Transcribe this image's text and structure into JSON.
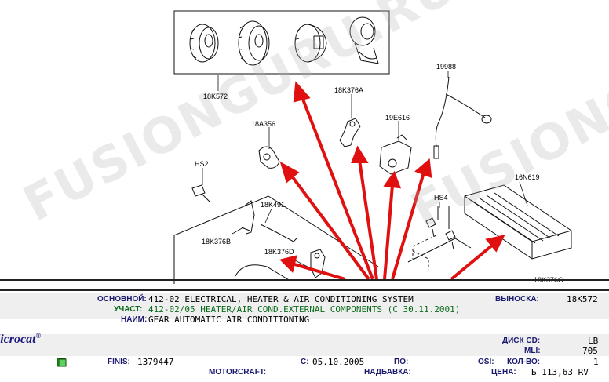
{
  "watermark": "FUSIONGURU.RU",
  "diagram": {
    "callouts": {
      "c18K572": "18K572",
      "c18K376A": "18K376A",
      "c19988": "19988",
      "c18A356": "18A356",
      "c19E616": "19E616",
      "cHS2": "HS2",
      "c16N619": "16N619",
      "cHS4": "HS4",
      "c18K491": "18K491",
      "c18K376B": "18K376B",
      "c18K376D": "18K376D",
      "c18K376C": "18K376C"
    }
  },
  "info": {
    "osnovnoy_label": "ОСНОВНОЙ:",
    "osnovnoy_value": "412-02  ELECTRICAL, HEATER & AIR CONDITIONING SYSTEM",
    "uchast_label": "УЧАСТ:",
    "uchast_value": "412-02/05  HEATER/AIR COND.EXTERNAL COMPONENTS (С 30.11.2001)",
    "naim_label": "НАИМ:",
    "naim_value": "GEAR  AUTOMATIC AIR CONDITIONING",
    "vynoska_label": "ВЫНОСКА:",
    "vynoska_value": "18K572",
    "disk_label": "ДИСК CD:",
    "disk_value": "LB",
    "mli_label": "MLI:",
    "mli_value": "705",
    "finis_label": "FINIS:",
    "finis_value": "1379447",
    "s_label": "С:",
    "s_value": "05.10.2005",
    "po_label": "ПО:",
    "po_value": "",
    "osi_label": "OSI:",
    "osi_value": "",
    "kolvo_label": "КОЛ-ВО:",
    "kolvo_value": "1",
    "motorcraft_label": "MOTORCRAFT:",
    "motorcraft_value": "",
    "nadbavka_label": "НАДБАВКА:",
    "nadbavka_value": "",
    "cena_label": "ЦЕНА:",
    "cena_value": "Б 113,63 RV"
  },
  "logo": {
    "text": "Microcat",
    "mark": "®"
  },
  "colors": {
    "label_blue": "#1a1a6e",
    "value_green": "#0a6b1a",
    "arrow_red": "#e01010"
  },
  "icons": {
    "book": "book-icon"
  }
}
